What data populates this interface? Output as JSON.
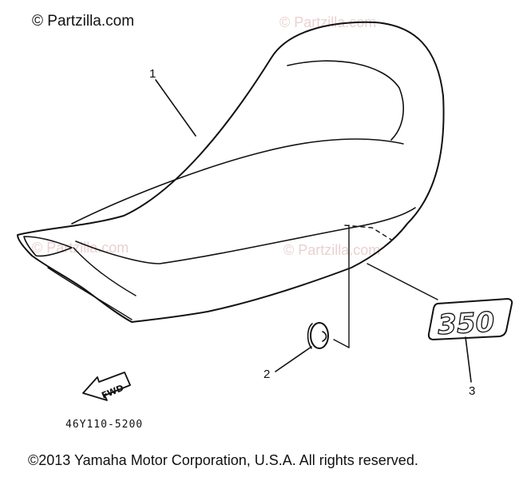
{
  "watermark": {
    "main": "© Partzilla.com",
    "faint": "© Partzilla.com"
  },
  "callouts": {
    "seat": "1",
    "grommet": "2",
    "emblem": "3"
  },
  "emblem_text": "350",
  "fwd_label": "FWD",
  "diagram_code": "46Y110-5200",
  "footer": "©2013  Yamaha Motor Corporation, U.S.A. All rights reserved."
}
